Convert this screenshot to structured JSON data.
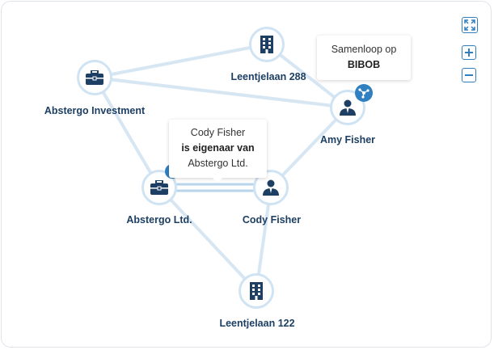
{
  "nodes": {
    "leentjelaan288": {
      "label": "Leentjelaan 288",
      "icon": "building-icon"
    },
    "abstergoInvestment": {
      "label": "Abstergo Investment",
      "icon": "briefcase-icon"
    },
    "amyFisher": {
      "label": "Amy Fisher",
      "icon": "person-icon"
    },
    "abstergoLtd": {
      "label": "Abstergo Ltd.",
      "icon": "briefcase-icon"
    },
    "codyFisher": {
      "label": "Cody Fisher",
      "icon": "person-icon"
    },
    "leentjelaan122": {
      "label": "Leentjelaan 122",
      "icon": "building-icon"
    }
  },
  "tooltips": {
    "bibob": {
      "line1": "Samenloop op",
      "line2": "BIBOB"
    },
    "ownership": {
      "line1": "Cody Fisher",
      "line2": "is eigenaar van",
      "line3": "Abstergo Ltd."
    }
  },
  "colors": {
    "accent": "#2f7fc1",
    "node_ring": "#cfe3f3",
    "edge": "#d7e6f3",
    "icon": "#1d3f63",
    "label": "#1d3f63"
  },
  "controls": {
    "fit_icon": "expand-icon",
    "zoom_in_icon": "plus-icon",
    "zoom_out_icon": "minus-icon"
  }
}
